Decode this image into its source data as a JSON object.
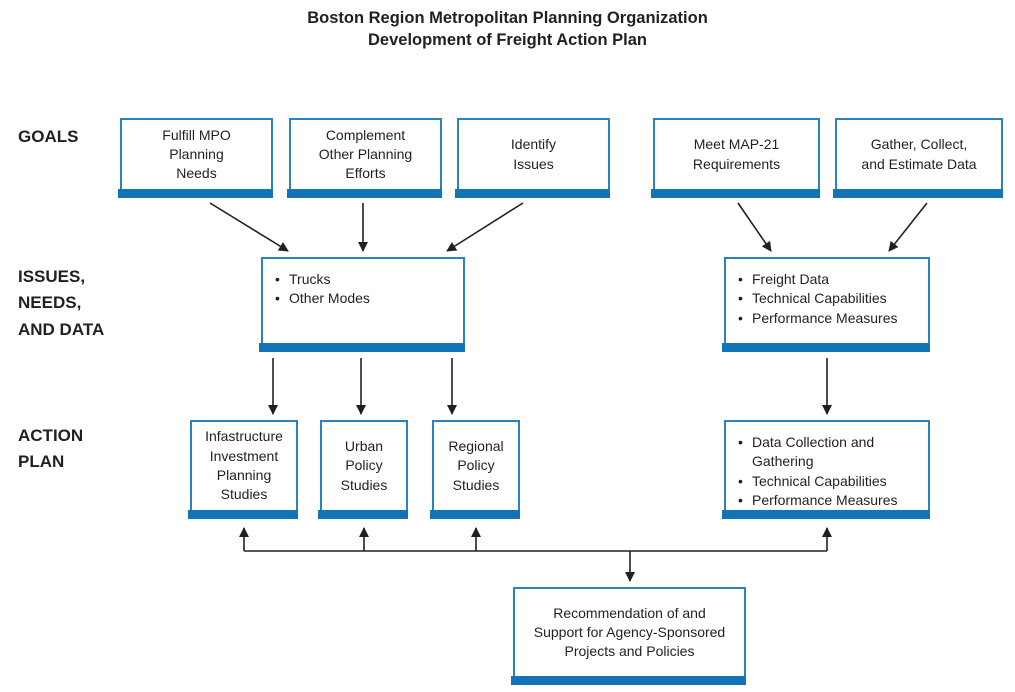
{
  "title": {
    "line1": "Boston Region Metropolitan Planning Organization",
    "line2": "Development of Freight Action Plan"
  },
  "labels": {
    "goals": "GOALS",
    "issues": "ISSUES,\nNEEDS,\nAND DATA",
    "action": "ACTION\nPLAN"
  },
  "goals_boxes": [
    "Fulfill MPO\nPlanning\nNeeds",
    "Complement\nOther Planning\nEfforts",
    "Identify\nIssues",
    "Meet MAP-21\nRequirements",
    "Gather, Collect,\nand Estimate Data"
  ],
  "issues_boxes": {
    "left": {
      "items": [
        "Trucks",
        "Other Modes"
      ]
    },
    "right": {
      "items": [
        "Freight Data",
        "Technical Capabilities",
        "Performance Measures"
      ]
    }
  },
  "action_boxes": {
    "left": [
      "Infastructure\nInvestment\nPlanning\nStudies",
      "Urban\nPolicy\nStudies",
      "Regional\nPolicy\nStudies"
    ],
    "right": {
      "items": [
        "Data Collection and Gathering",
        "Technical Capabilities",
        "Performance Measures"
      ]
    }
  },
  "recommendation_box": "Recommendation of and\nSupport for Agency-Sponsored\nProjects and Policies",
  "colors": {
    "bar_blue": "#1273b7",
    "border_blue": "#2b82c0",
    "text": "#231f20",
    "arrow": "#231f20"
  }
}
